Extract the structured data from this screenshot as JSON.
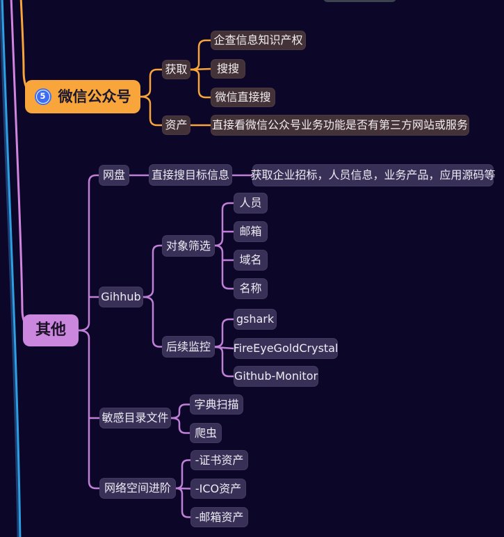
{
  "colors": {
    "background": "#0c0728",
    "orange": "#f8a53b",
    "branch_purple": "#c080d8",
    "trunk_pink": "#d285de",
    "trunk_blue": "#2d9fe2",
    "trunk_blue_dark": "#1d3e70",
    "node_purple_bg": "#383056",
    "node_brown_bg": "#443239",
    "qita_bg": "#cb87de",
    "badge_blue": "#3d6ef2",
    "top_partial_bg": "#3c4250"
  },
  "wechat_branch": {
    "badge": "5",
    "label": "微信公众号",
    "huoqu": {
      "label": "获取",
      "items": [
        "企查信息知识产权",
        "搜搜",
        "微信直接搜"
      ]
    },
    "zichan": {
      "label": "资产",
      "items": [
        "直接看微信公众号业务功能是否有第三方网站或服务"
      ]
    }
  },
  "qita_branch": {
    "label": "其他",
    "wangpan": {
      "label": "网盘",
      "method": "直接搜目标信息",
      "result": "获取企业招标，人员信息，业务产品，应用源码等"
    },
    "gihhub": {
      "label": "Gihhub",
      "duixiang": {
        "label": "对象筛选",
        "items": [
          "人员",
          "邮箱",
          "域名",
          "名称"
        ]
      },
      "houxu": {
        "label": "后续监控",
        "items": [
          "gshark",
          "FireEyeGoldCrystal",
          "Github-Monitor"
        ]
      }
    },
    "mingan": {
      "label": "敏感目录文件",
      "items": [
        "字典扫描",
        "爬虫"
      ]
    },
    "wangluo": {
      "label": "网络空间进阶",
      "items": [
        "-证书资产",
        "-ICO资产",
        "-邮箱资产"
      ]
    }
  }
}
